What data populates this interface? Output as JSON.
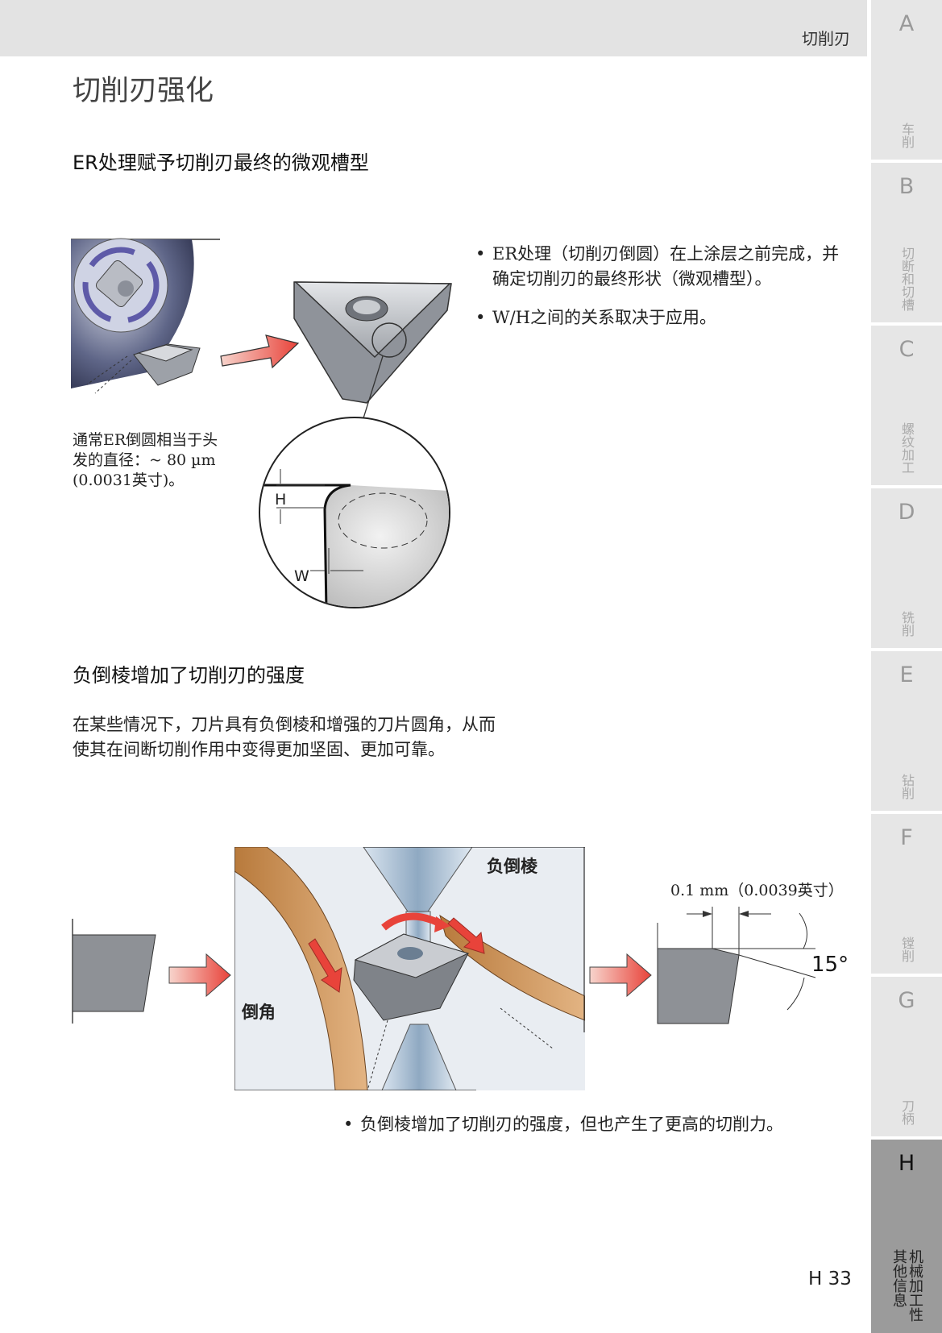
{
  "header": {
    "title": "切削刃"
  },
  "page_title": "切削刃强化",
  "section1": {
    "heading": "ER处理赋予切削刃最终的微观槽型",
    "bullets": [
      "ER处理（切削刃倒圆）在上涂层之前完成，并确定切削刃的最终形状（微观槽型）。",
      "W/H之间的关系取决于应用。"
    ],
    "caption_lines": [
      "通常ER倒圆相当于头",
      "发的直径：~ 80 µm",
      "(0.0031英寸)。"
    ],
    "figure": {
      "label_h": "H",
      "label_w": "W"
    }
  },
  "section2": {
    "heading": "负倒棱增加了切削刃的强度",
    "paragraph_lines": [
      "在某些情况下，刀片具有负倒棱和增强的刀片圆角，从而",
      "使其在间断切削作用中变得更加坚固、更加可靠。"
    ],
    "figure": {
      "label_negative_land": "负倒棱",
      "label_chamfer": "倒角",
      "dimension": "0.1 mm（0.0039英寸）",
      "angle": "15°"
    },
    "bullets": [
      "负倒棱增加了切削刃的强度，但也产生了更高的切削力。"
    ]
  },
  "side_tabs": [
    {
      "letter": "A",
      "label": [
        "车削"
      ],
      "active": false
    },
    {
      "letter": "B",
      "label": [
        "切断和切槽"
      ],
      "active": false
    },
    {
      "letter": "C",
      "label": [
        "螺纹加工"
      ],
      "active": false
    },
    {
      "letter": "D",
      "label": [
        "铣削"
      ],
      "active": false
    },
    {
      "letter": "E",
      "label": [
        "钻削"
      ],
      "active": false
    },
    {
      "letter": "F",
      "label": [
        "镗削"
      ],
      "active": false
    },
    {
      "letter": "G",
      "label": [
        "刀柄"
      ],
      "active": false
    },
    {
      "letter": "H",
      "label": [
        "机械加工性",
        "其他信息"
      ],
      "active": true
    }
  ],
  "page_number": "H 33",
  "colors": {
    "topbar": "#e3e3e3",
    "tab": "#e6e6e6",
    "tab_active": "#9b9b9b",
    "arrow_red": "#e8433a"
  }
}
